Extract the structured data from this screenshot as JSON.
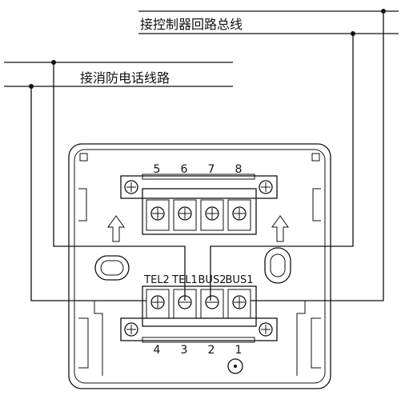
{
  "labels": {
    "controller_bus": "接控制器回路总线",
    "fire_phone": "接消防电话线路"
  },
  "terminal_labels": [
    "TEL2",
    "TEL1",
    "BUS2",
    "BUS1"
  ],
  "top_numbers": [
    "5",
    "6",
    "7",
    "8"
  ],
  "bottom_numbers": [
    "4",
    "3",
    "2",
    "1"
  ]
}
